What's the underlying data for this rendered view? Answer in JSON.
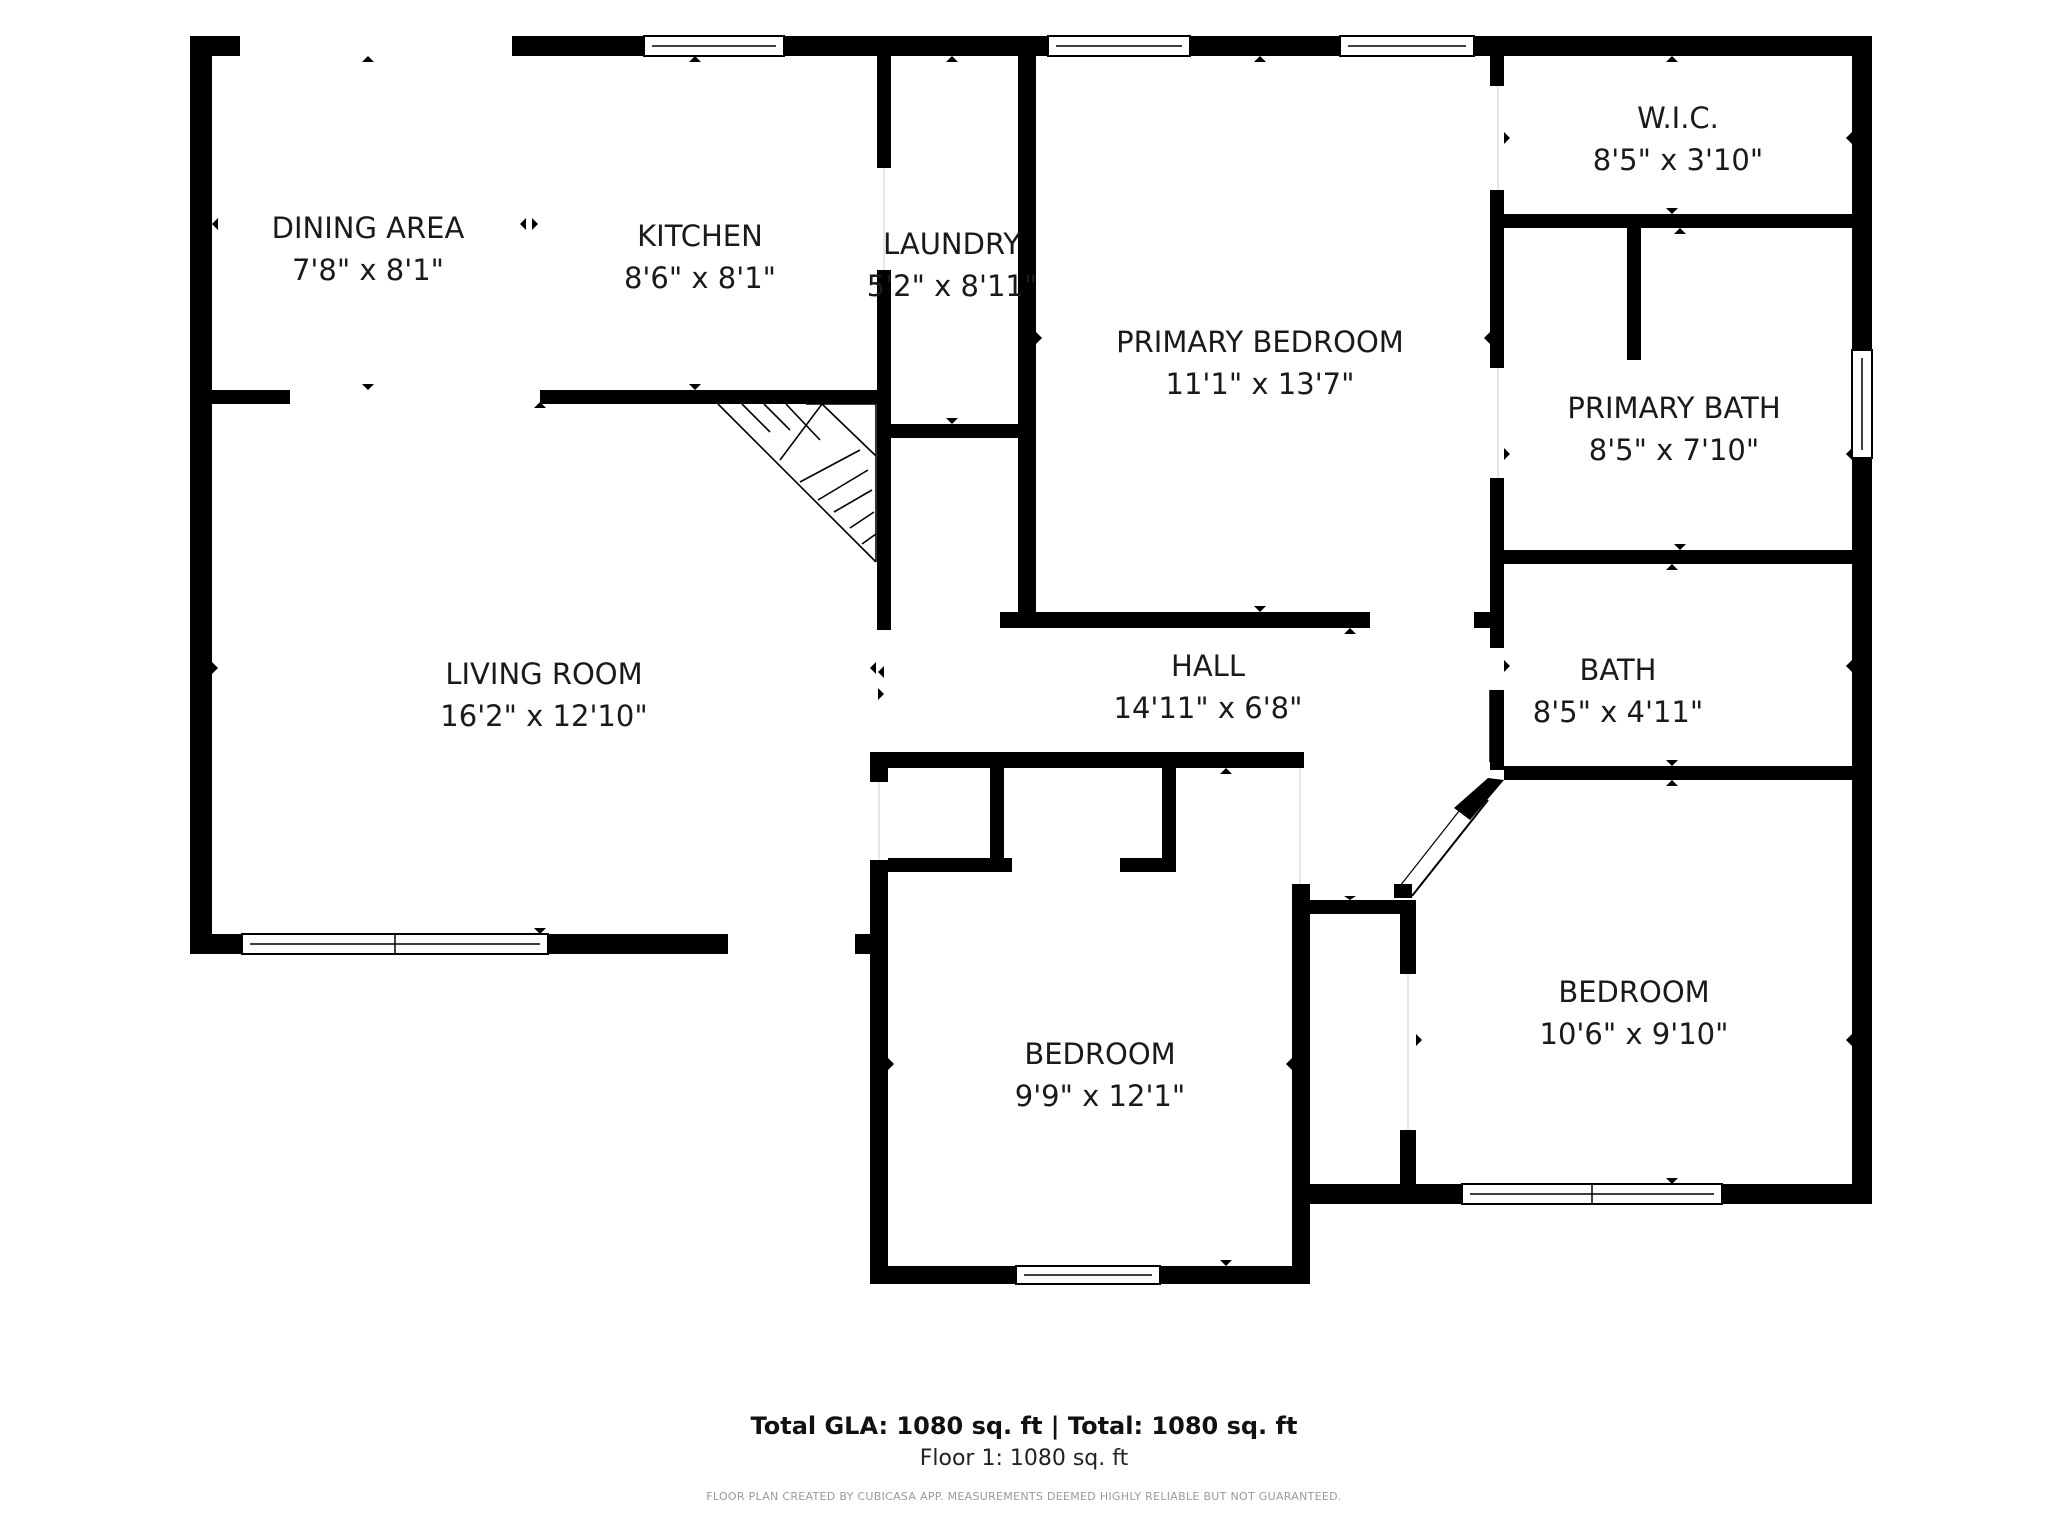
{
  "rooms": {
    "dining": {
      "name": "DINING AREA",
      "dims": "7'8\" x 8'1\""
    },
    "kitchen": {
      "name": "KITCHEN",
      "dims": "8'6\" x 8'1\""
    },
    "laundry": {
      "name": "LAUNDRY",
      "dims": "5'2\" x 8'11\""
    },
    "primary_bedroom": {
      "name": "PRIMARY BEDROOM",
      "dims": "11'1\" x 13'7\""
    },
    "wic": {
      "name": "W.I.C.",
      "dims": "8'5\" x 3'10\""
    },
    "primary_bath": {
      "name": "PRIMARY BATH",
      "dims": "8'5\" x 7'10\""
    },
    "living": {
      "name": "LIVING ROOM",
      "dims": "16'2\" x 12'10\""
    },
    "hall": {
      "name": "HALL",
      "dims": "14'11\" x 6'8\""
    },
    "bath": {
      "name": "BATH",
      "dims": "8'5\" x 4'11\""
    },
    "bedroom_center": {
      "name": "BEDROOM",
      "dims": "9'9\" x 12'1\""
    },
    "bedroom_right": {
      "name": "BEDROOM",
      "dims": "10'6\" x 9'10\""
    }
  },
  "footer": {
    "total": "Total GLA: 1080 sq. ft | Total: 1080 sq. ft",
    "floor": "Floor 1: 1080 sq. ft",
    "disclaimer": "FLOOR PLAN CREATED BY CUBICASA APP. MEASUREMENTS DEEMED HIGHLY RELIABLE BUT NOT GUARANTEED."
  },
  "colors": {
    "wall": "#000000",
    "background": "#ffffff",
    "text": "#1a1a1a"
  }
}
